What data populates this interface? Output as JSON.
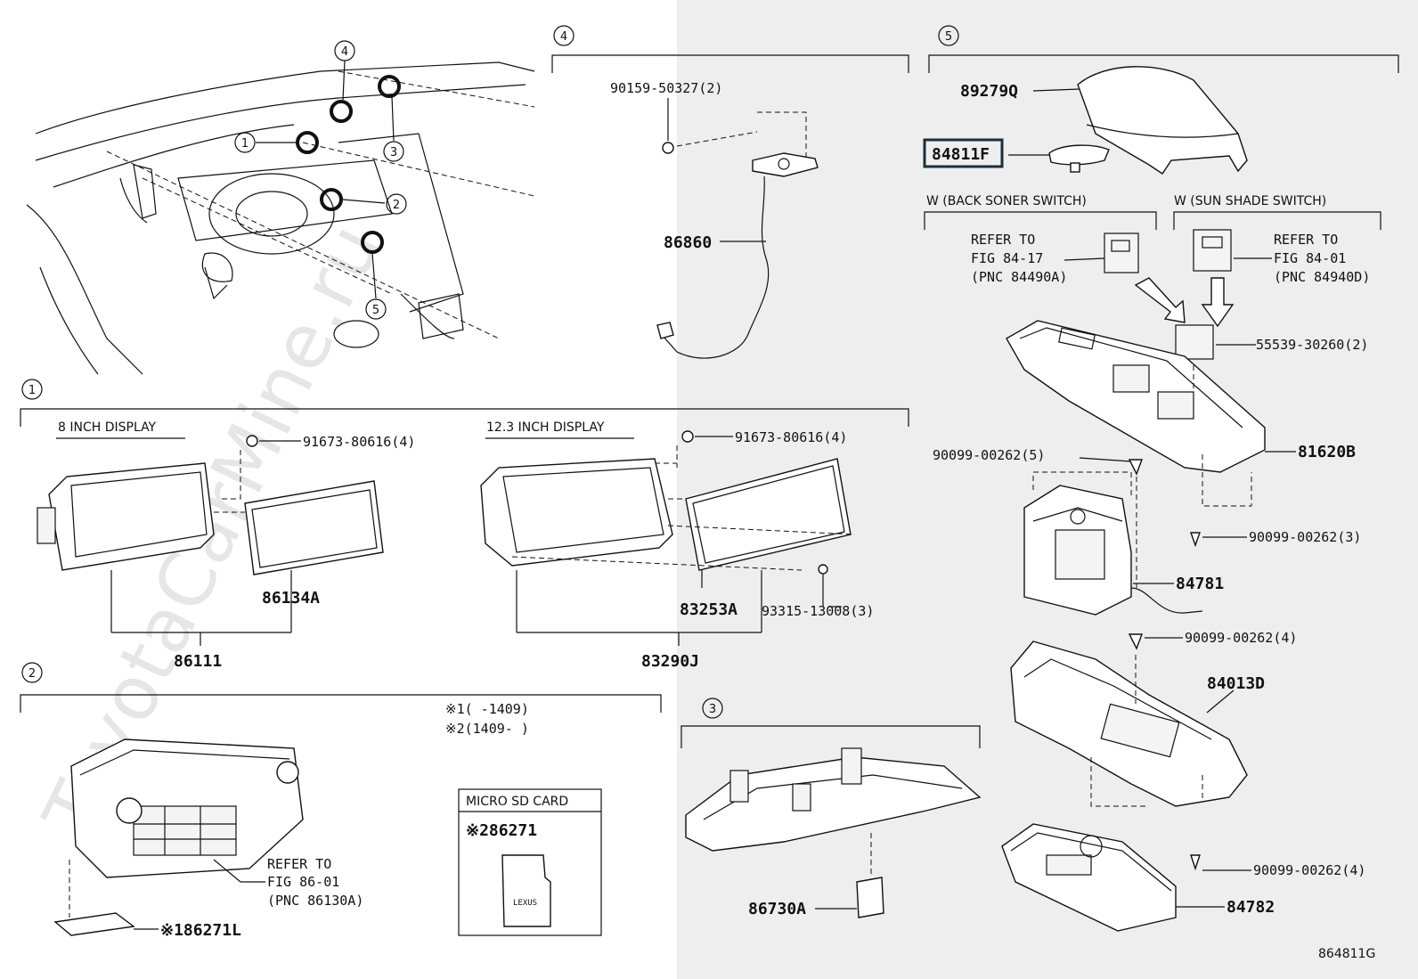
{
  "watermark": "ToyotaCarMine.ru",
  "footer_code": "864811G",
  "sections": {
    "s1": "1",
    "s2": "2",
    "s3": "3",
    "s4": "4",
    "s5": "5"
  },
  "overview_callouts": [
    "4",
    "1",
    "3",
    "2",
    "5"
  ],
  "display_8": {
    "caption": "8 INCH DISPLAY",
    "screw": "91673-80616(4)",
    "panel": "86134A",
    "assy": "86111"
  },
  "display_12": {
    "caption": "12.3 INCH DISPLAY",
    "screw": "91673-80616(4)",
    "panel": "83253A",
    "screw2": "93315-13008(3)",
    "assy": "83290J"
  },
  "section4": {
    "screw": "90159-50327(2)",
    "antenna": "86860"
  },
  "section2": {
    "note1": "※1(      -1409)",
    "note2": "※2(1409-      )",
    "refer": [
      "REFER TO",
      "FIG 86-01",
      "(PNC 86130A)"
    ],
    "bracket": "※186271L",
    "sd_title": "MICRO SD CARD",
    "sd_part": "※286271",
    "sd_logo": "LEXUS"
  },
  "section3": {
    "part": "86730A"
  },
  "section5": {
    "cover": "89279Q",
    "highlight": "84811F",
    "w_back": "W (BACK SONER SWITCH)",
    "w_sun": "W (SUN SHADE SWITCH)",
    "refer_back": [
      "REFER TO",
      "FIG 84-17",
      "(PNC 84490A)"
    ],
    "refer_sun": [
      "REFER TO",
      "FIG 84-01",
      "(PNC 84940D)"
    ],
    "switch_screw": "55539-30260(2)",
    "panel": "81620B",
    "screw_a": "90099-00262(5)",
    "screw_b": "90099-00262(3)",
    "controller": "84781",
    "screw_c": "90099-00262(4)",
    "bracket": "84013D",
    "screw_d": "90099-00262(4)",
    "base": "84782"
  }
}
